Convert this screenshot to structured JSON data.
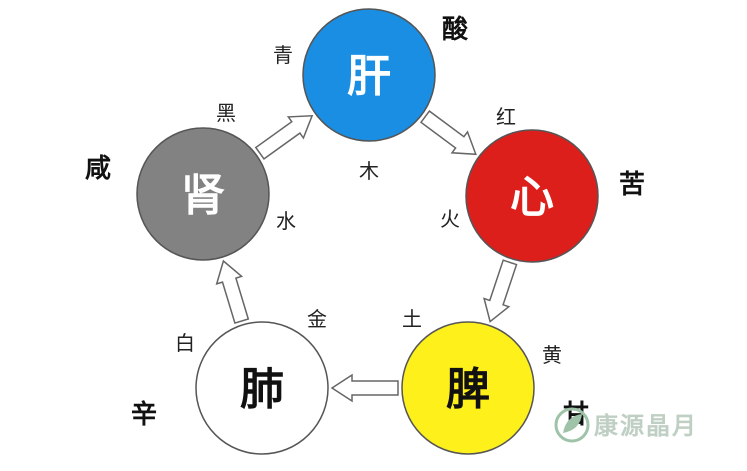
{
  "nodes": [
    {
      "id": "liver",
      "organ": "肝",
      "color_label": "青",
      "element": "木",
      "taste": "酸",
      "fill": "#1a8ee3",
      "text_color": "#ffffff"
    },
    {
      "id": "heart",
      "organ": "心",
      "color_label": "红",
      "element": "火",
      "taste": "苦",
      "fill": "#dd1f1c",
      "text_color": "#ffffff"
    },
    {
      "id": "spleen",
      "organ": "脾",
      "color_label": "黄",
      "element": "土",
      "taste": "甘",
      "fill": "#fef01b",
      "text_color": "#111111"
    },
    {
      "id": "lung",
      "organ": "肺",
      "color_label": "白",
      "element": "金",
      "taste": "辛",
      "fill": "#ffffff",
      "text_color": "#111111"
    },
    {
      "id": "kidney",
      "organ": "肾",
      "color_label": "黑",
      "element": "水",
      "taste": "咸",
      "fill": "#828282",
      "text_color": "#ffffff"
    }
  ],
  "arrows": [
    {
      "from": "liver",
      "to": "heart"
    },
    {
      "from": "heart",
      "to": "spleen"
    },
    {
      "from": "spleen",
      "to": "lung"
    },
    {
      "from": "lung",
      "to": "kidney"
    },
    {
      "from": "kidney",
      "to": "liver"
    }
  ],
  "watermark": {
    "text": "康源晶月",
    "logo_color": "#9fc3a8"
  }
}
